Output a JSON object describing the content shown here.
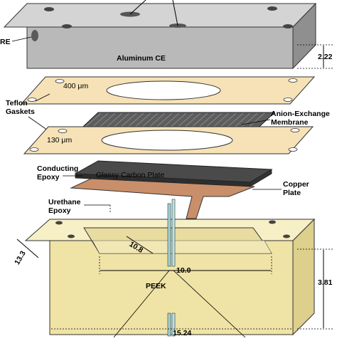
{
  "labels": {
    "re": "RE",
    "aluminum_ce": "Aluminum CE",
    "gasket_top": "400 μm",
    "teflon_1": "Teflon",
    "teflon_2": "Gaskets",
    "membrane_1": "Anion-Exchange",
    "membrane_2": "Membrane",
    "gasket_bottom": "130 μm",
    "conducting_1": "Conducting",
    "conducting_2": "Epoxy",
    "glassy_carbon": "Glassy Carbon Plate",
    "copper_1": "Copper",
    "copper_2": "Plate",
    "urethane_1": "Urethane",
    "urethane_2": "Epoxy",
    "peek": "PEEK"
  },
  "dimensions": {
    "al_thickness": "2.22",
    "cavity_width": "10.8",
    "depth": "13.3",
    "cavity_length": "10.0",
    "peek_height": "3.81",
    "bottom_length": "15.24"
  },
  "colors": {
    "aluminum_face": "#b9b9b9",
    "aluminum_top": "#d4d4d4",
    "aluminum_side": "#8f8f8f",
    "gasket": "#f6e2b6",
    "membrane": "#5d5d5d",
    "glassy_carbon": "#4a4a4a",
    "copper": "#c98f6a",
    "peek_front": "#efe3a6",
    "peek_top": "#f7efc6",
    "peek_side": "#ddcf8c"
  }
}
